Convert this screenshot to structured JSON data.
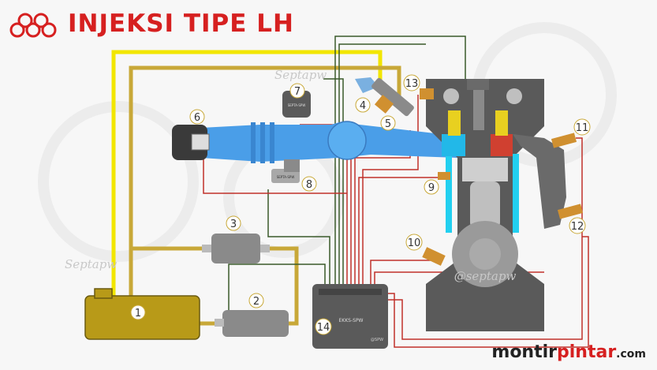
{
  "title": "INJEKSI TIPE LH",
  "brand": {
    "part1": "montir",
    "part2": "pintar",
    "part3": ".com"
  },
  "watermarks": [
    "Septapw",
    "Septapw",
    "@septapw"
  ],
  "component_text": {
    "ecu": "EKKS-SPW",
    "ecu_corner": "@SPW",
    "sensor7": "SEPTA-SPW",
    "sensor8": "SEPTA-SPW"
  },
  "labels": [
    "1",
    "2",
    "3",
    "4",
    "5",
    "6",
    "7",
    "8",
    "9",
    "10",
    "11",
    "12",
    "13",
    "14"
  ],
  "colors": {
    "title_red": "#d62020",
    "fuel_line": "#c8a838",
    "power_line": "#f2e600",
    "signal_red": "#c0302a",
    "ground_green": "#3a5a2a",
    "intake_blue": "#4a9ee8"
  }
}
